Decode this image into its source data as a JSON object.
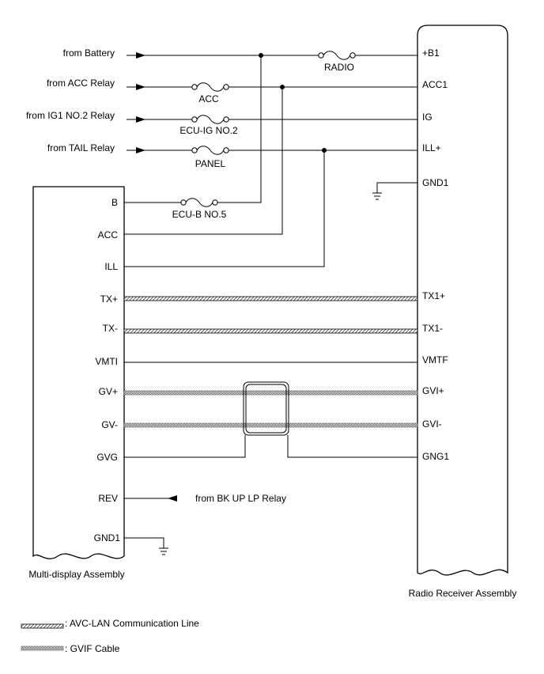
{
  "sources": {
    "battery": "from Battery",
    "acc_relay": "from ACC Relay",
    "ig1_relay": "from IG1 NO.2 Relay",
    "tail_relay": "from TAIL Relay",
    "bkup_relay": "from BK UP LP Relay"
  },
  "fuses": {
    "radio": "RADIO",
    "acc": "ACC",
    "ecu_ig": "ECU-IG NO.2",
    "panel": "PANEL",
    "ecu_b": "ECU-B NO.5"
  },
  "radio_receiver": {
    "name": "Radio Receiver Assembly",
    "pins": [
      "+B1",
      "ACC1",
      "IG",
      "ILL+",
      "GND1",
      "TX1+",
      "TX1-",
      "VMTF",
      "GVI+",
      "GVI-",
      "GNG1"
    ]
  },
  "multi_display": {
    "name": "Multi-display Assembly",
    "pins": [
      "B",
      "ACC",
      "ILL",
      "TX+",
      "TX-",
      "VMTI",
      "GV+",
      "GV-",
      "GVG",
      "REV",
      "GND1"
    ]
  },
  "legend": {
    "avc_lan": ": AVC-LAN Communication Line",
    "gvif": ": GVIF Cable"
  }
}
